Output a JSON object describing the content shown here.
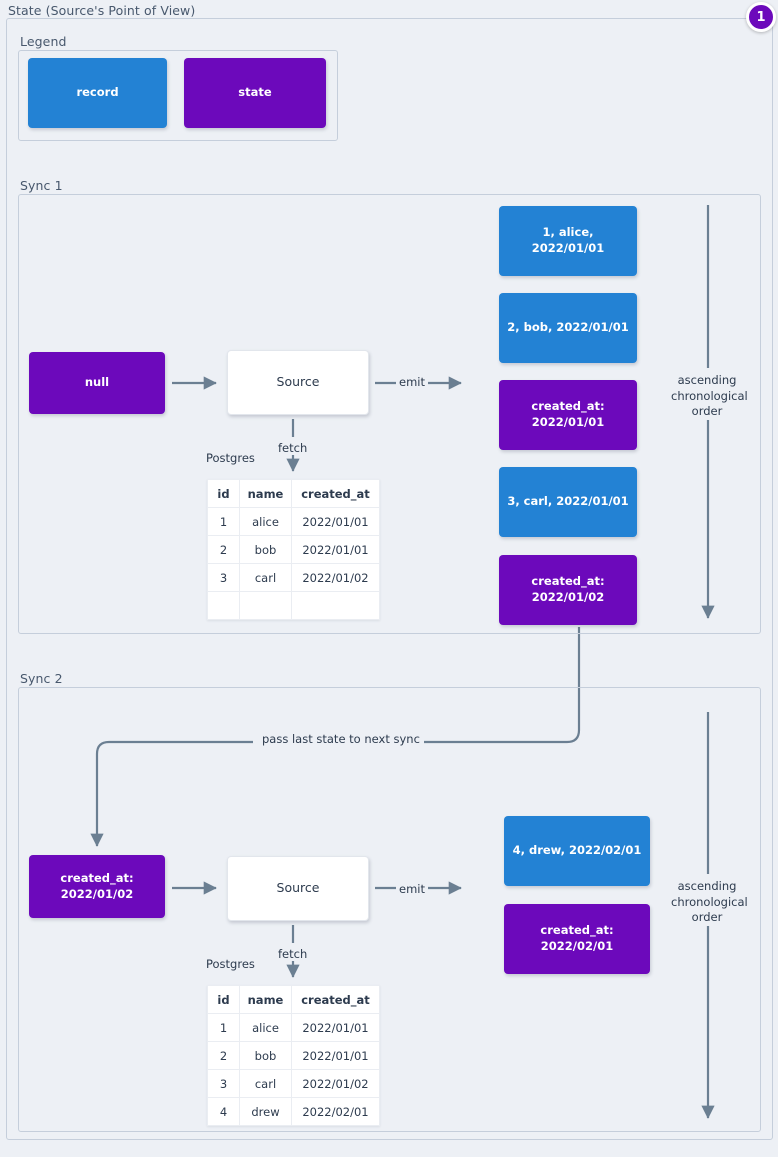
{
  "diagram": {
    "title": "State (Source's Point of View)",
    "badge": "1",
    "colors": {
      "record": "#2382d4",
      "state": "#6c09bb",
      "background": "#edf0f5",
      "edge": "#6b7f92",
      "frame_border": "#c5cedb"
    }
  },
  "legend": {
    "title": "Legend",
    "items": [
      {
        "label": "record",
        "kind": "record"
      },
      {
        "label": "state",
        "kind": "state"
      }
    ]
  },
  "sync1": {
    "title": "Sync 1",
    "state_in": "null",
    "source": "Source",
    "db_label": "Postgres",
    "fetch_label": "fetch",
    "emit_label": "emit",
    "order_label": "ascending\nchronological\norder",
    "table": {
      "headers": [
        "id",
        "name",
        "created_at"
      ],
      "rows": [
        [
          "1",
          "alice",
          "2022/01/01"
        ],
        [
          "2",
          "bob",
          "2022/01/01"
        ],
        [
          "3",
          "carl",
          "2022/01/02"
        ],
        [
          "",
          "",
          ""
        ]
      ]
    },
    "emitted": [
      {
        "kind": "record",
        "label": "1, alice, 2022/01/01"
      },
      {
        "kind": "record",
        "label": "2, bob, 2022/01/01"
      },
      {
        "kind": "state",
        "label": "created_at:\n2022/01/01"
      },
      {
        "kind": "record",
        "label": "3, carl, 2022/01/01"
      },
      {
        "kind": "state",
        "label": "created_at:\n2022/01/02"
      }
    ]
  },
  "sync2": {
    "title": "Sync 2",
    "state_in": "created_at:\n2022/01/02",
    "source": "Source",
    "db_label": "Postgres",
    "fetch_label": "fetch",
    "emit_label": "emit",
    "order_label": "ascending\nchronological\norder",
    "pass_label": "pass last state to next sync",
    "table": {
      "headers": [
        "id",
        "name",
        "created_at"
      ],
      "rows": [
        [
          "1",
          "alice",
          "2022/01/01"
        ],
        [
          "2",
          "bob",
          "2022/01/01"
        ],
        [
          "3",
          "carl",
          "2022/01/02"
        ],
        [
          "4",
          "drew",
          "2022/02/01"
        ]
      ]
    },
    "emitted": [
      {
        "kind": "record",
        "label": "4, drew, 2022/02/01"
      },
      {
        "kind": "state",
        "label": "created_at:\n2022/02/01"
      }
    ]
  }
}
